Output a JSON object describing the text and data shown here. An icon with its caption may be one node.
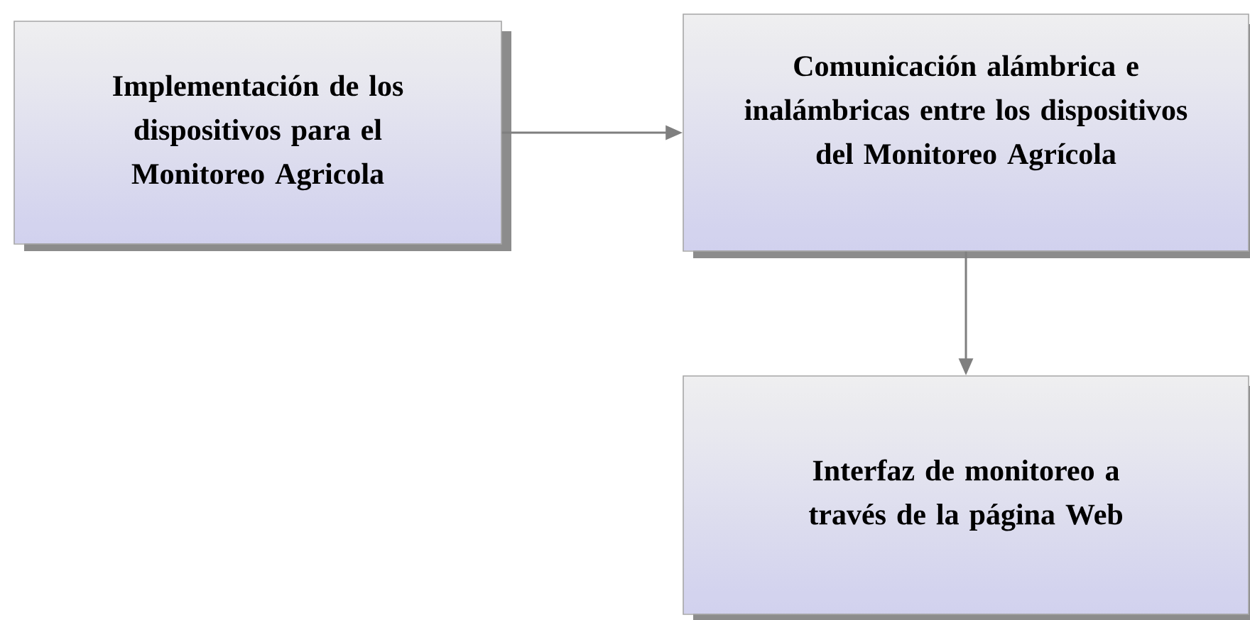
{
  "diagram": {
    "nodes": [
      {
        "text": [
          "Implementación de los dispositivos para el Monitoreo Agricola"
        ]
      },
      {
        "text": [
          "Comunicación alámbrica e inalámbricas entre los dispositivos del Monitoreo Agrícola"
        ]
      },
      {
        "text": [
          "Interfaz de monitoreo a través de la página Web"
        ]
      }
    ],
    "edges": [
      {
        "from": 0,
        "to": 1,
        "arrow": "to"
      },
      {
        "from": 1,
        "to": 2,
        "arrow": "to"
      }
    ]
  }
}
